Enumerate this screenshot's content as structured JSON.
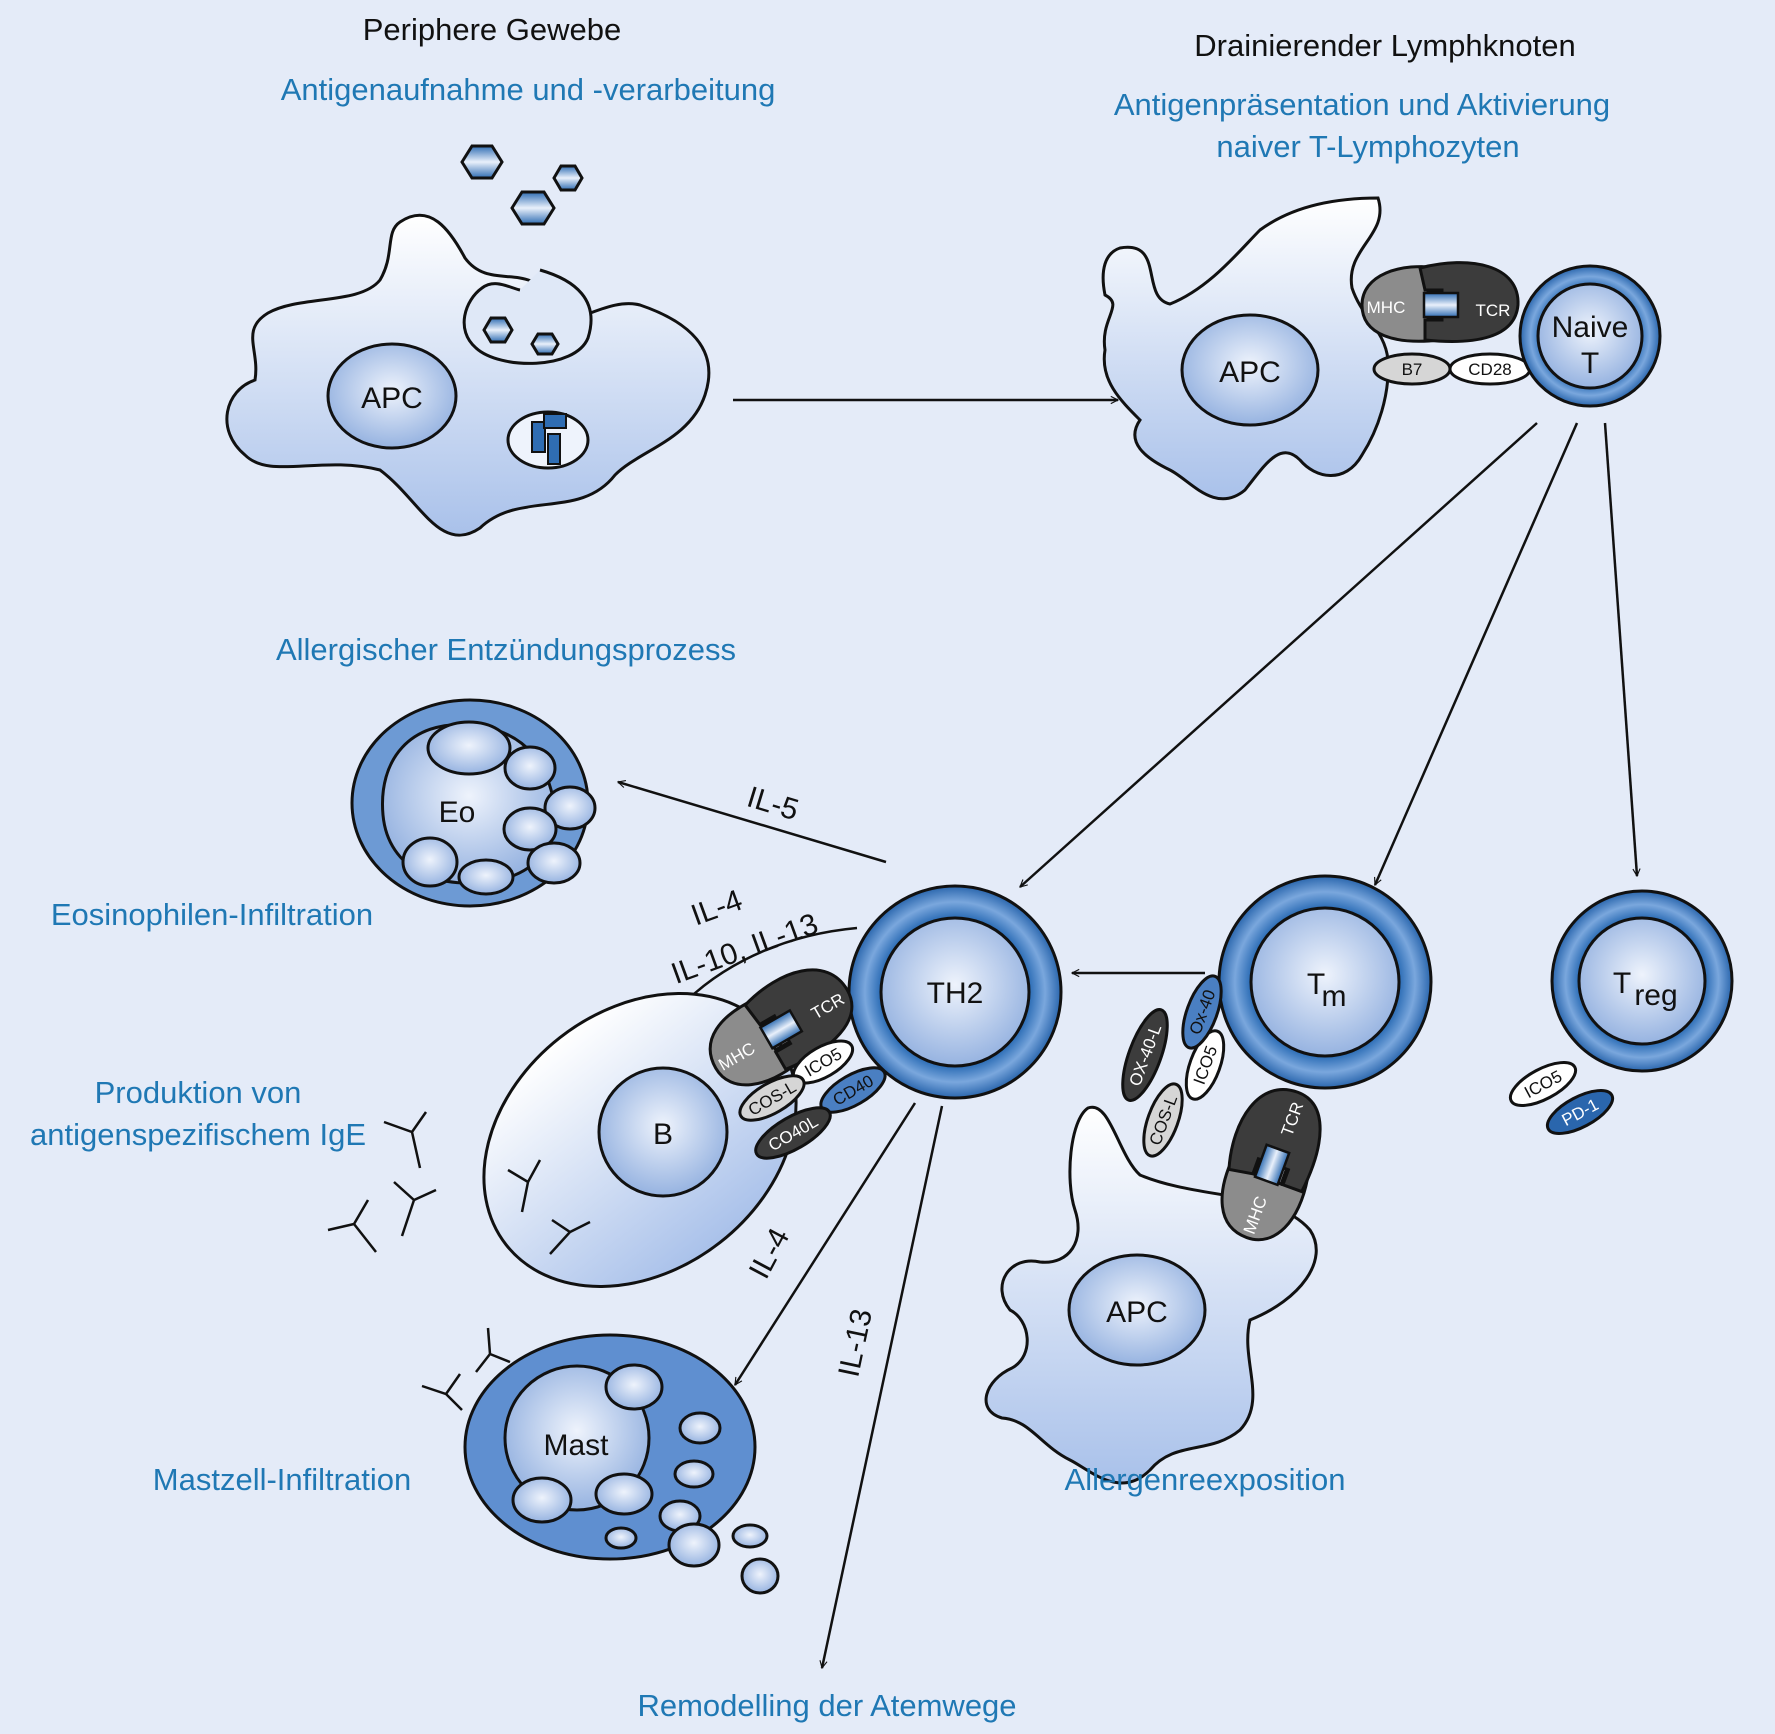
{
  "headings": {
    "peripheral": "Periphere Gewebe",
    "peripheral_sub": "Antigenaufnahme und -verarbeitung",
    "lymph": "Drainierender Lymphknoten",
    "lymph_sub_1": "Antigenpräsentation und Aktivierung",
    "lymph_sub_2": "naiver T-Lymphozyten",
    "allergic": "Allergischer Entzündungsprozess"
  },
  "outcomes": {
    "eosinophil": "Eosinophilen-Infiltration",
    "ige_1": "Produktion von",
    "ige_2": "antigenspezifischem IgE",
    "mast": "Mastzell-Infiltration",
    "remodel": "Remodelling der Atemwege",
    "reexposure": "Allergenreexposition"
  },
  "cells": {
    "apc": "APC",
    "naive_1": "Naive",
    "naive_2": "T",
    "th2": "TH2",
    "tm": "T",
    "tm_sub": "m",
    "treg": "T",
    "treg_sub": "reg",
    "eo": "Eo",
    "b": "B",
    "mast": "Mast"
  },
  "cytokines": {
    "il5": "IL-5",
    "il4_top": "IL-4",
    "il10_13": "IL-10, IL-13",
    "il4_mast": "IL-4",
    "il13": "IL-13"
  },
  "molecules": {
    "mhc": "MHC",
    "tcr": "TCR",
    "b7": "B7",
    "cd28": "CD28",
    "ico5": "ICO5",
    "cosl": "COS-L",
    "cd40": "CD40",
    "cd40l": "CO40L",
    "ox40": "Ox-40",
    "ox40l": "OX-40-L",
    "pd1": "PD-1"
  },
  "colors": {
    "background": "#e4ebf8",
    "accent_text": "#1f78b4",
    "cell_light": "#c3d3f0",
    "cell_ring": "#3f7fc4",
    "molecule_dark": "#3c3c3c",
    "molecule_grey": "#8c8c8c"
  }
}
